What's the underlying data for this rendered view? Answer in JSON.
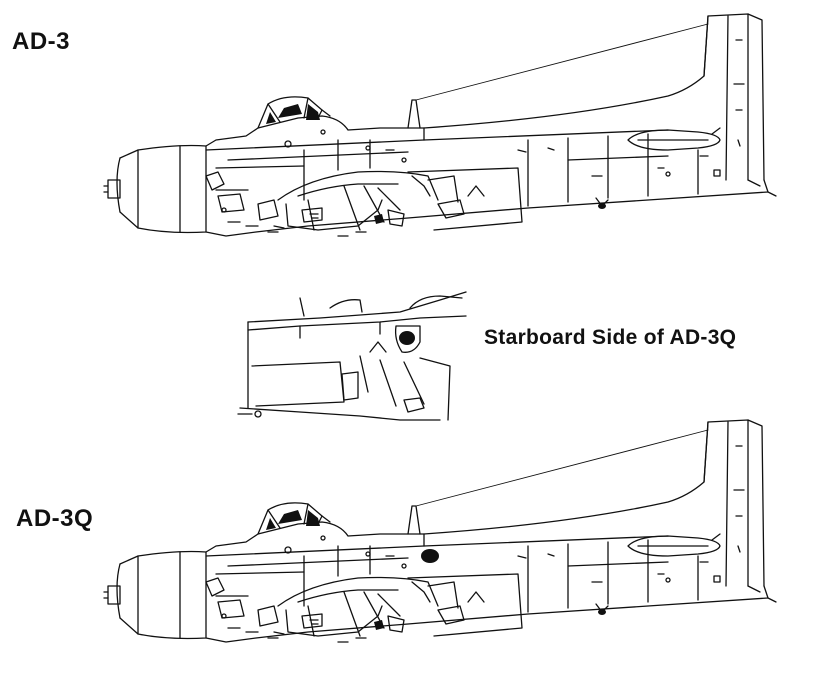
{
  "labels": {
    "top": "AD-3",
    "middle": "Starboard Side of AD-3Q",
    "bottom": "AD-3Q"
  },
  "colors": {
    "ink": "#111111",
    "paper": "#ffffff"
  }
}
